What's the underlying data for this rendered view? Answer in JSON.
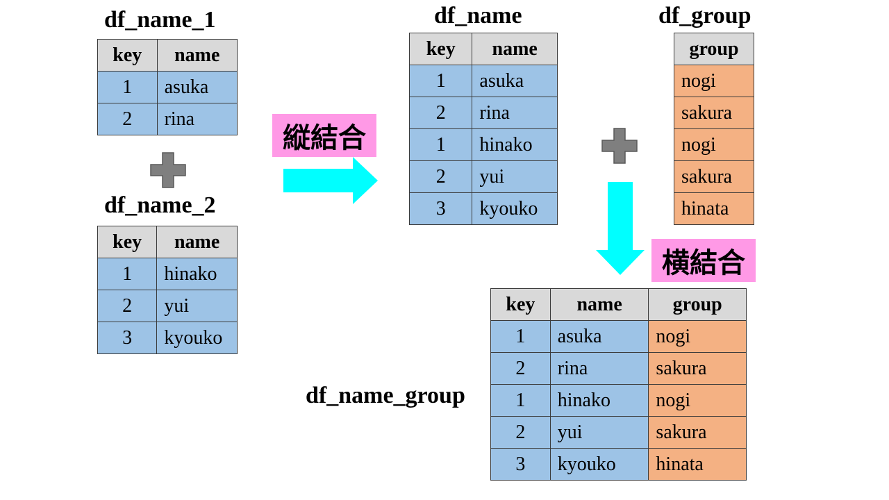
{
  "colors": {
    "header": "#d9d9d9",
    "name_cells": "#9dc3e6",
    "group_cells": "#f4b183",
    "arrow": "#00ffff",
    "label_bg": "#ff99e6",
    "plus": "#7f7f7f"
  },
  "icons": [
    "plus-icon",
    "arrow-right-icon",
    "arrow-down-icon"
  ],
  "df_name_1": {
    "title": "df_name_1",
    "headers": [
      "key",
      "name"
    ],
    "rows": [
      [
        "1",
        "asuka"
      ],
      [
        "2",
        "rina"
      ]
    ]
  },
  "df_name_2": {
    "title": "df_name_2",
    "headers": [
      "key",
      "name"
    ],
    "rows": [
      [
        "1",
        "hinako"
      ],
      [
        "2",
        "yui"
      ],
      [
        "3",
        "kyouko"
      ]
    ]
  },
  "vertical_label": "縦結合",
  "df_name": {
    "title": "df_name",
    "headers": [
      "key",
      "name"
    ],
    "rows": [
      [
        "1",
        "asuka"
      ],
      [
        "2",
        "rina"
      ],
      [
        "1",
        "hinako"
      ],
      [
        "2",
        "yui"
      ],
      [
        "3",
        "kyouko"
      ]
    ]
  },
  "df_group": {
    "title": "df_group",
    "headers": [
      "group"
    ],
    "rows": [
      [
        "nogi"
      ],
      [
        "sakura"
      ],
      [
        "nogi"
      ],
      [
        "sakura"
      ],
      [
        "hinata"
      ]
    ]
  },
  "horizontal_label": "横結合",
  "df_name_group": {
    "title": "df_name_group",
    "headers": [
      "key",
      "name",
      "group"
    ],
    "rows": [
      [
        "1",
        "asuka",
        "nogi"
      ],
      [
        "2",
        "rina",
        "sakura"
      ],
      [
        "1",
        "hinako",
        "nogi"
      ],
      [
        "2",
        "yui",
        "sakura"
      ],
      [
        "3",
        "kyouko",
        "hinata"
      ]
    ]
  }
}
